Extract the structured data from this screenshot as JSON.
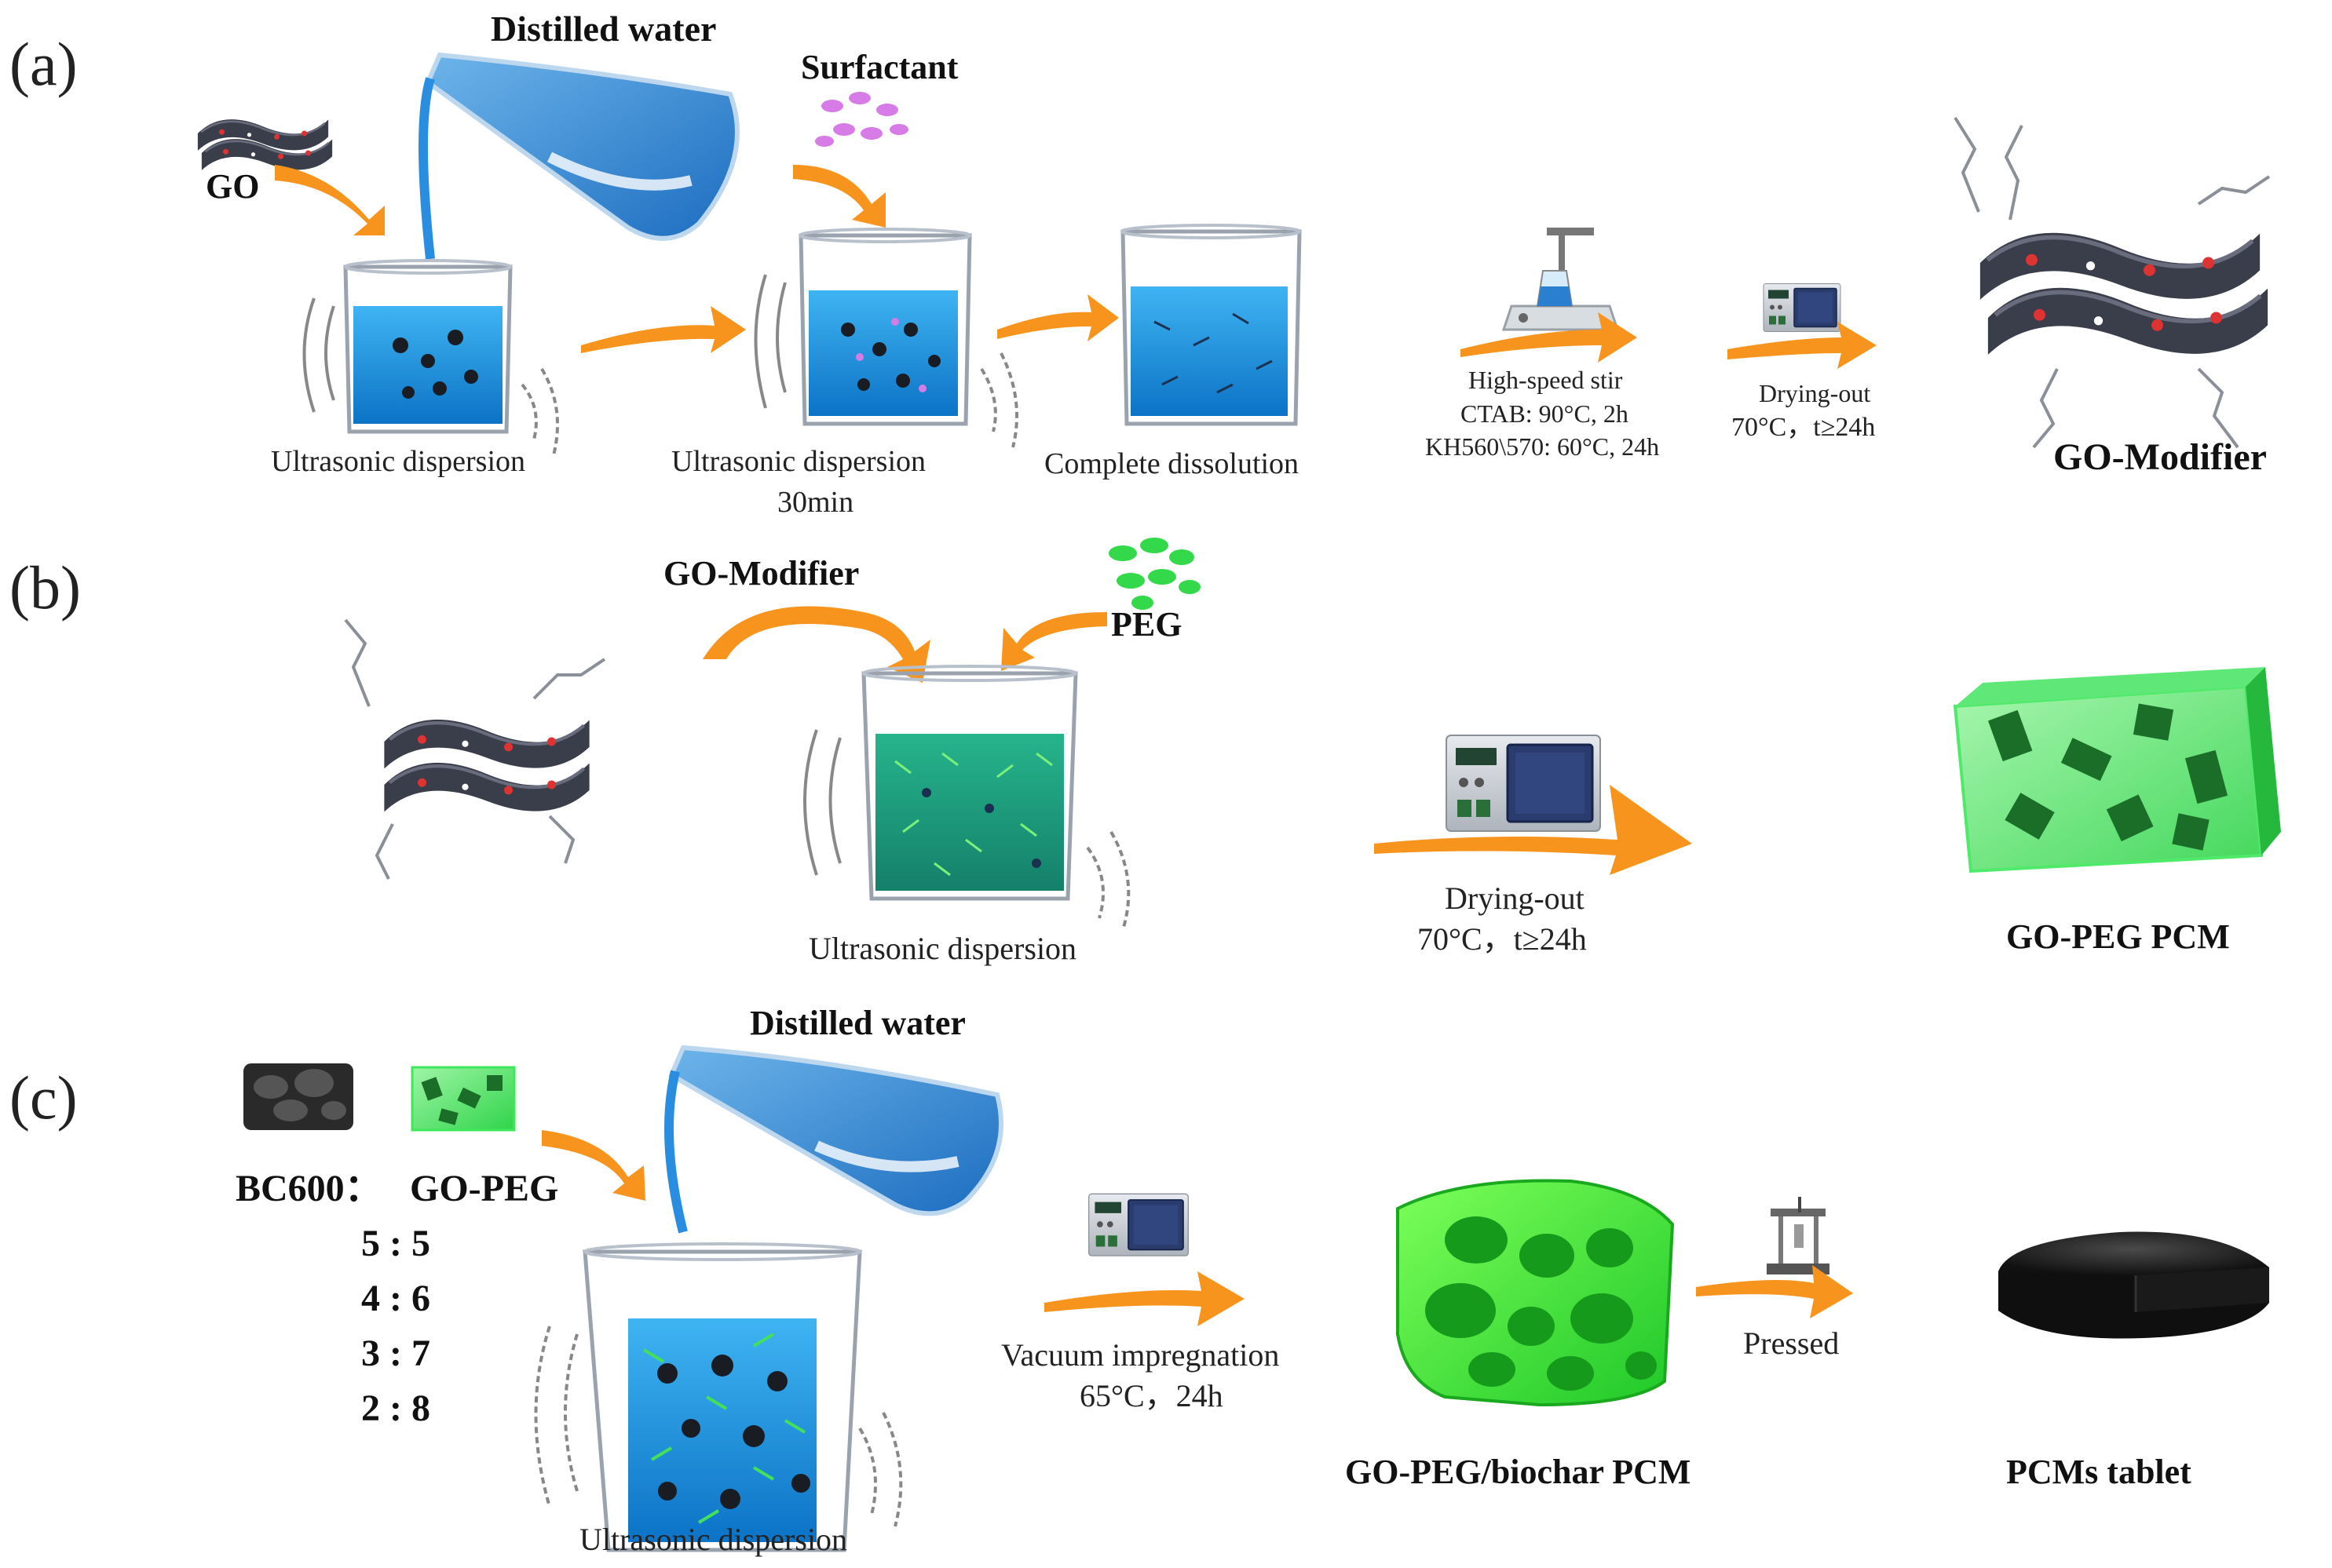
{
  "panel_a": {
    "tag": "(a)",
    "go_label": "GO",
    "water_label": "Distilled water",
    "surfactant_label": "Surfactant",
    "step1_label": "Ultrasonic dispersion",
    "step2_label_line1": "Ultrasonic dispersion",
    "step2_label_line2": "30min",
    "step3_label": "Complete dissolution",
    "stir_line1": "High-speed stir",
    "stir_line2": "CTAB: 90°C, 2h",
    "stir_line3": "KH560\\570: 60°C, 24h",
    "dry_line1": "Drying-out",
    "dry_line2": "70°C，t≥24h",
    "product_label": "GO-Modifier"
  },
  "panel_b": {
    "tag": "(b)",
    "modifier_label": "GO-Modifier",
    "peg_label": "PEG",
    "beaker_label": "Ultrasonic dispersion",
    "dry_line1": "Drying-out",
    "dry_line2": "70°C，t≥24h",
    "product_label": "GO-PEG PCM"
  },
  "panel_c": {
    "tag": "(c)",
    "water_label": "Distilled water",
    "ratio_header_left": "BC600：",
    "ratio_header_right": "GO-PEG",
    "ratios": [
      "5 : 5",
      "4 : 6",
      "3 : 7",
      "2 : 8"
    ],
    "beaker_label": "Ultrasonic dispersion",
    "vacuum_line1": "Vacuum impregnation",
    "vacuum_line2": "65°C，24h",
    "composite_label": "GO-PEG/biochar PCM",
    "press_label": "Pressed",
    "tablet_label": "PCMs tablet"
  },
  "colors": {
    "arrow": "#f7941d",
    "water": "#1e9be0",
    "go": "#3a3d4a",
    "peg": "#33d94a",
    "surfactant": "#d77be6"
  }
}
